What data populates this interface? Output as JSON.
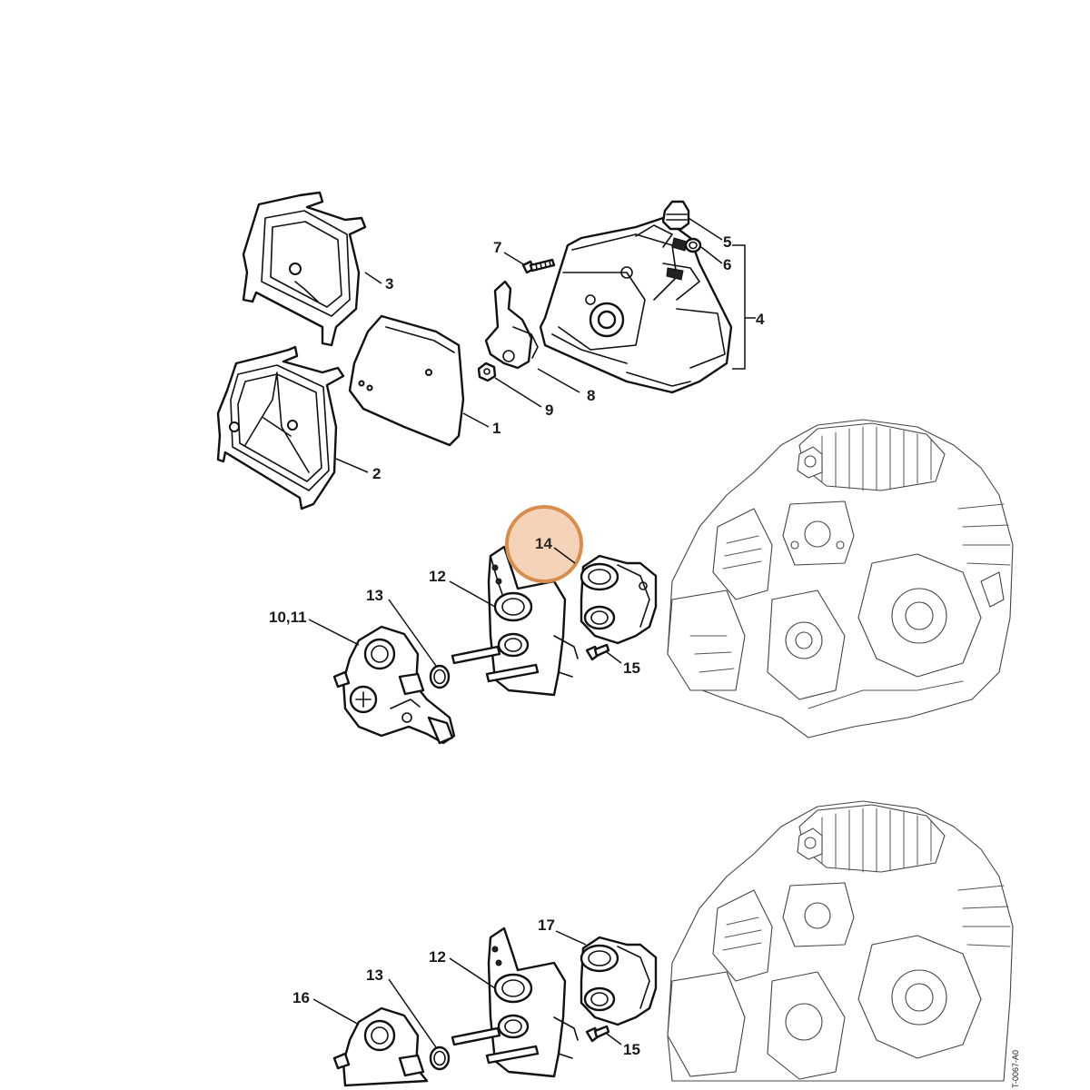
{
  "callouts": {
    "c1": "1",
    "c2": "2",
    "c3": "3",
    "c4": "4",
    "c5": "5",
    "c6": "6",
    "c7": "7",
    "c8": "8",
    "c9": "9",
    "c10_11": "10,11",
    "c12a": "12",
    "c13a": "13",
    "c14": "14",
    "c15a": "15",
    "c12b": "12",
    "c13b": "13",
    "c15b": "15",
    "c16": "16",
    "c17": "17"
  },
  "highlighted_part": "14",
  "highlight_color": "#f5d3b8",
  "highlight_border_color": "#d98d4c",
  "drawing_code": "T-0067-A0"
}
